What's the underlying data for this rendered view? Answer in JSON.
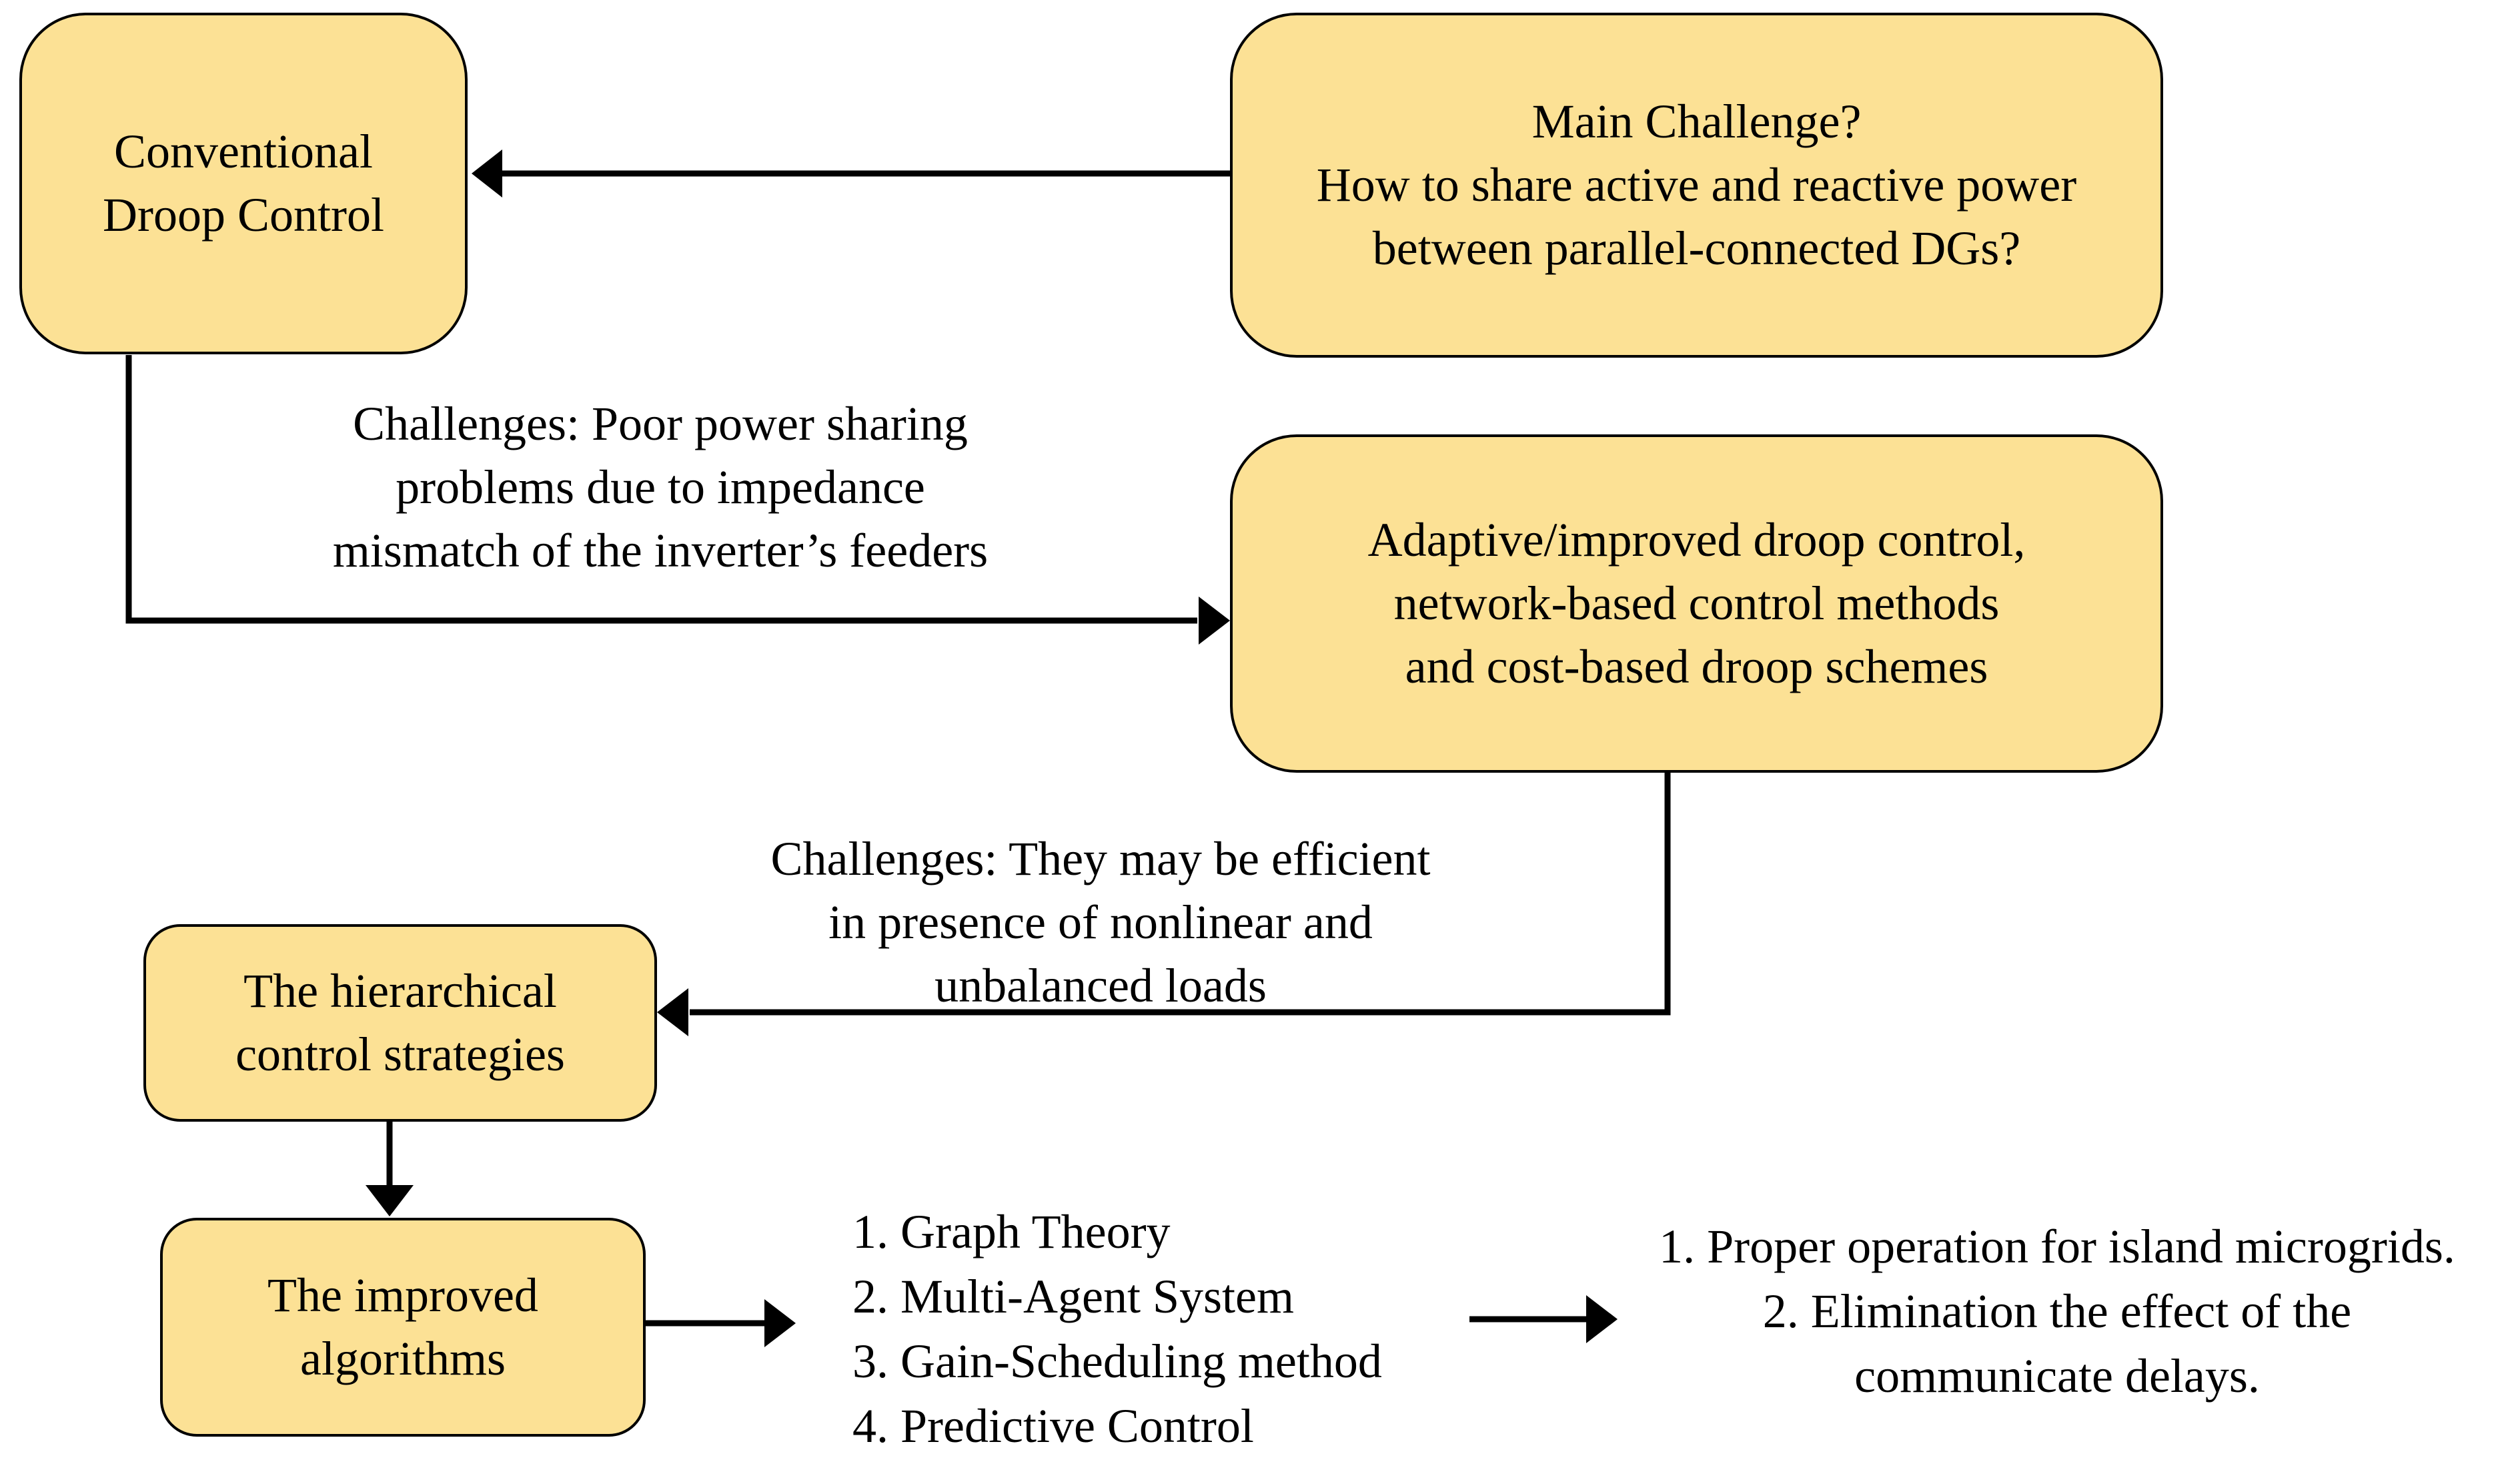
{
  "colors": {
    "background": "#FFFFFF",
    "box_fill": "#FCE195",
    "box_border": "#000000",
    "arrow": "#000000",
    "text": "#000000"
  },
  "boxes": {
    "conventional_droop": {
      "label": "Conventional\nDroop Control"
    },
    "main_challenge": {
      "label": "Main Challenge?\nHow to share active and reactive power\nbetween parallel-connected DGs?"
    },
    "adaptive_droop": {
      "label": "Adaptive/improved droop control,\nnetwork-based control methods\nand cost-based droop schemes"
    },
    "hierarchical": {
      "label": "The hierarchical\ncontrol strategies"
    },
    "improved_algorithms": {
      "label": "The improved\nalgorithms"
    }
  },
  "annotations": {
    "challenge_1": "Challenges: Poor power sharing\nproblems due to impedance\nmismatch of the inverter’s feeders",
    "challenge_2": "Challenges: They may be efficient\nin presence of nonlinear and\nunbalanced loads"
  },
  "lists": {
    "algorithms": {
      "items": [
        "1. Graph Theory",
        "2. Multi-Agent System",
        "3. Gain-Scheduling method",
        "4. Predictive Control"
      ]
    },
    "outcomes": {
      "items": [
        "1. Proper operation for island microgrids.",
        "2. Elimination the effect of the\ncommunicate delays."
      ]
    }
  }
}
